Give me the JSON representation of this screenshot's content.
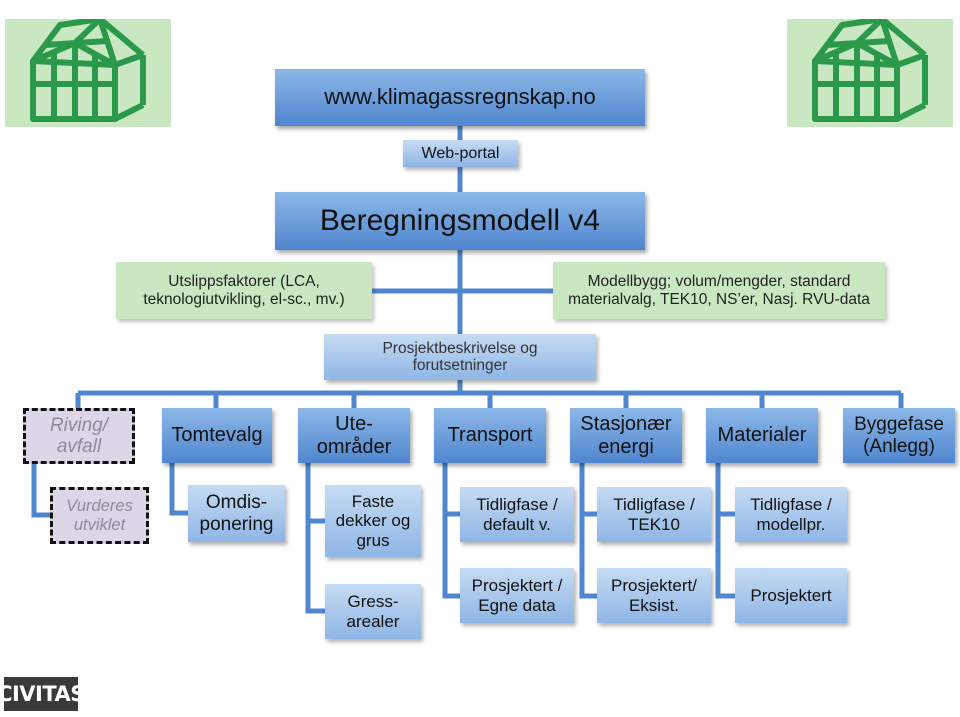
{
  "header": {
    "url_label": "www.klimagassregnskap.no",
    "portal_label": "Web-portal",
    "model_title": "Beregningsmodell v4"
  },
  "side_inputs": {
    "emission_factors": "Utslippsfaktorer (LCA,\nteknologiutvikling, el-sc., mv.)",
    "model_buildings": "Modellbygg; volum/mengder, standard\nmaterialvalg, TEK10, NS’er, Nasj. RVU-data"
  },
  "project_box": "Prosjektbeskrivelse og\nforutsetninger",
  "categories": {
    "riving": "Riving/\navfall",
    "tomtevalg": "Tomtevalg",
    "uteomrader": "Ute-\nområder",
    "transport": "Transport",
    "stasjonaer": "Stasjonær\nenergi",
    "materialer": "Materialer",
    "byggefase": "Byggefase\n(Anlegg)"
  },
  "sub_items": {
    "riving_1": "Vurderes\nutviklet",
    "tomtevalg_1": "Omdis-\nponering",
    "uteomrader_1": "Faste\ndekker og\ngrus",
    "uteomrader_2": "Gress-\narealer",
    "transport_1": "Tidligfase /\ndefault v.",
    "transport_2": "Prosjektert /\nEgne data",
    "stasjonaer_1": "Tidligfase /\nTEK10",
    "stasjonaer_2": "Prosjektert/\nEksist.",
    "materialer_1": "Tidligfase /\nmodellpr.",
    "materialer_2": "Prosjektert"
  },
  "footer": {
    "brand": "CIVITAS"
  },
  "icons": [
    "greenhouse-icon",
    "greenhouse-icon"
  ],
  "colors": {
    "box_blue_dark": "#4f86cf",
    "box_blue_light": "#8fb6e6",
    "connector_blue": "#4f86cf",
    "green_panel": "#c9e8c2",
    "greenhouse_stroke": "#2a9a4a",
    "lavender": "#dcd6e6"
  }
}
